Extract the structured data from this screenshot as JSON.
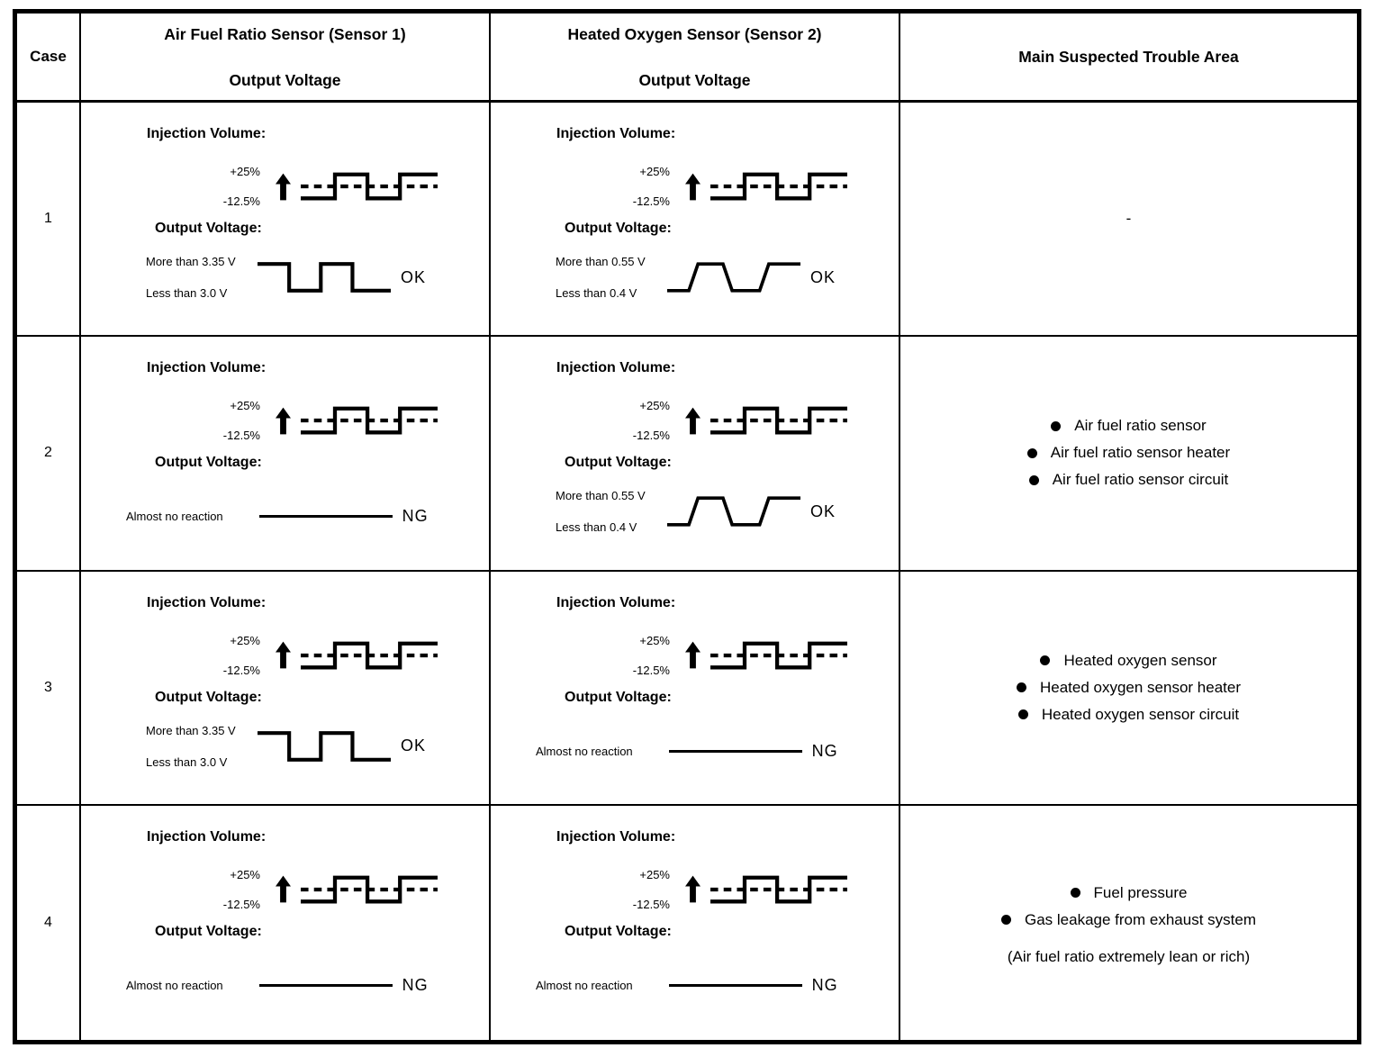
{
  "header": {
    "case": "Case",
    "sensor1": {
      "line1": "Air Fuel Ratio Sensor (Sensor 1)",
      "line2": "Output Voltage"
    },
    "sensor2": {
      "line1": "Heated Oxygen Sensor (Sensor 2)",
      "line2": "Output Voltage"
    },
    "trouble": "Main Suspected Trouble Area"
  },
  "labels": {
    "injection_volume": "Injection Volume:",
    "output_voltage": "Output Voltage:",
    "injection_high": "+25%",
    "injection_low": "-12.5%",
    "sensor1_high": "More than 3.35 V",
    "sensor1_low": "Less than 3.0 V",
    "sensor2_high": "More than 0.55 V",
    "sensor2_low": "Less than 0.4 V",
    "no_reaction": "Almost no reaction",
    "ok": "OK",
    "ng": "NG"
  },
  "rows": [
    {
      "case": "1",
      "sensor1": {
        "result": "OK",
        "waveform": "square"
      },
      "sensor2": {
        "result": "OK",
        "waveform": "trapezoid"
      },
      "trouble": {
        "text": "-",
        "items": []
      }
    },
    {
      "case": "2",
      "sensor1": {
        "result": "NG",
        "waveform": "flat"
      },
      "sensor2": {
        "result": "OK",
        "waveform": "trapezoid"
      },
      "trouble": {
        "items": [
          "Air fuel ratio sensor",
          "Air fuel ratio sensor heater",
          "Air fuel ratio sensor circuit"
        ]
      }
    },
    {
      "case": "3",
      "sensor1": {
        "result": "OK",
        "waveform": "square"
      },
      "sensor2": {
        "result": "NG",
        "waveform": "flat"
      },
      "trouble": {
        "items": [
          "Heated oxygen sensor",
          "Heated oxygen sensor heater",
          "Heated oxygen sensor circuit"
        ]
      }
    },
    {
      "case": "4",
      "sensor1": {
        "result": "NG",
        "waveform": "flat"
      },
      "sensor2": {
        "result": "NG",
        "waveform": "flat"
      },
      "trouble": {
        "items": [
          "Fuel pressure",
          "Gas leakage from exhaust system"
        ],
        "note": "(Air fuel ratio extremely lean or rich)"
      }
    }
  ],
  "colors": {
    "ink": "#000000",
    "paper": "#ffffff"
  }
}
